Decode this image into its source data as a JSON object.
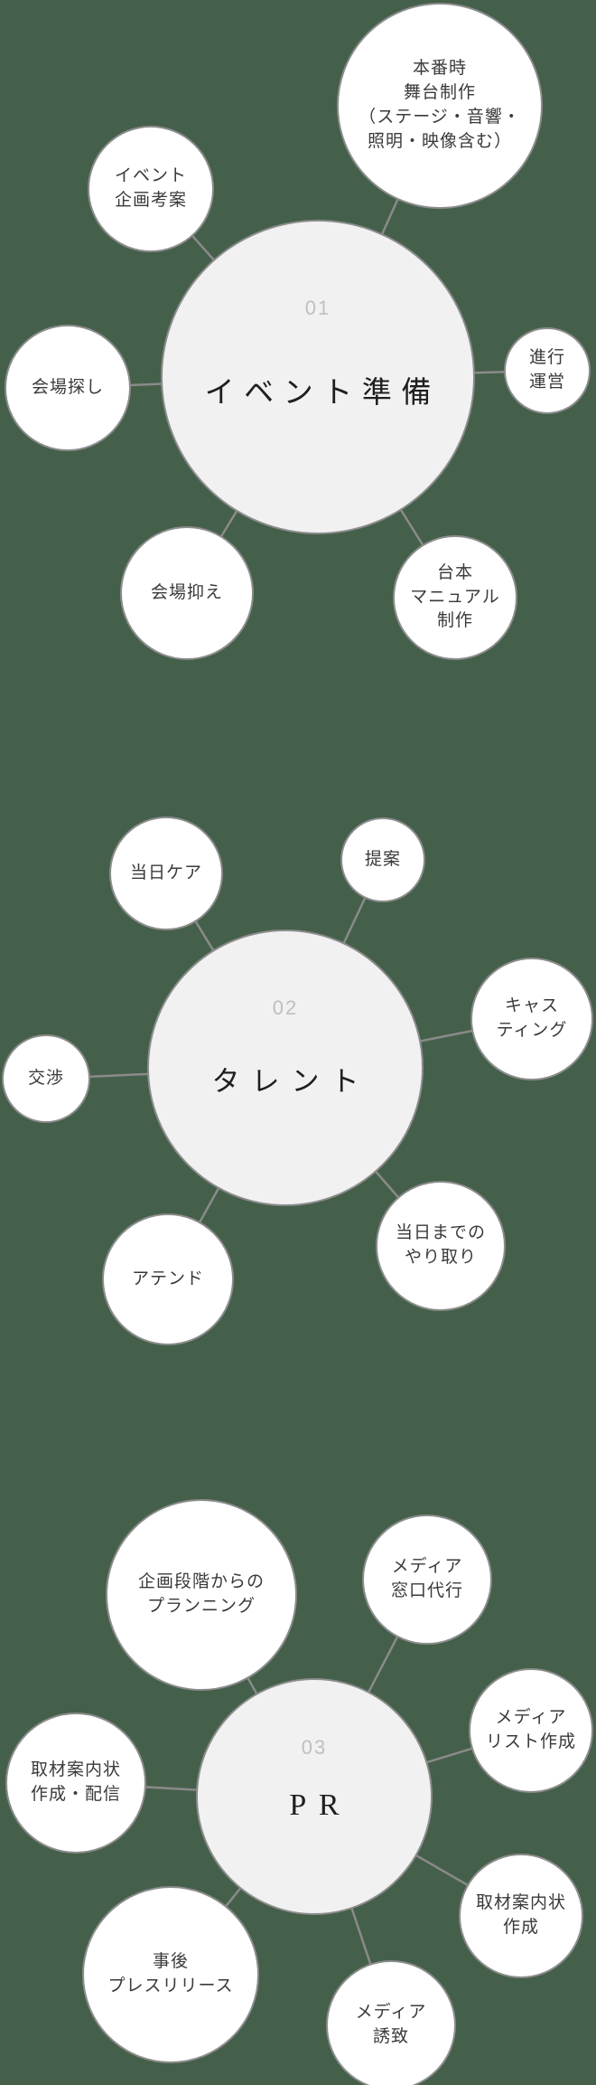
{
  "colors": {
    "background": "#44604A",
    "hub_fill": "#F1F1F1",
    "satellite_fill": "#FFFFFF",
    "circle_border": "#8C8C8C",
    "connector_line": "#8A8A8A",
    "number_text": "#BFBFBF",
    "title_text": "#1F1F1F",
    "label_text": "#3A3A3A"
  },
  "clusters": [
    {
      "number": "01",
      "title": "イベント準備",
      "satellites": [
        {
          "label": "本番時\n舞台制作\n（ステージ・音響・\n照明・映像含む）"
        },
        {
          "label": "イベント\n企画考案"
        },
        {
          "label": "会場探し"
        },
        {
          "label": "進行\n運営"
        },
        {
          "label": "会場抑え"
        },
        {
          "label": "台本\nマニュアル\n制作"
        }
      ]
    },
    {
      "number": "02",
      "title": "タレント",
      "satellites": [
        {
          "label": "当日ケア"
        },
        {
          "label": "提案"
        },
        {
          "label": "キャス\nティング"
        },
        {
          "label": "交渉"
        },
        {
          "label": "アテンド"
        },
        {
          "label": "当日までの\nやり取り"
        }
      ]
    },
    {
      "number": "03",
      "title": "PR",
      "satellites": [
        {
          "label": "企画段階からの\nプランニング"
        },
        {
          "label": "メディア\n窓口代行"
        },
        {
          "label": "メディア\nリスト作成"
        },
        {
          "label": "取材案内状\n作成・配信"
        },
        {
          "label": "事後\nプレスリリース"
        },
        {
          "label": "メディア\n誘致"
        },
        {
          "label": "取材案内状\n作成"
        }
      ]
    }
  ]
}
